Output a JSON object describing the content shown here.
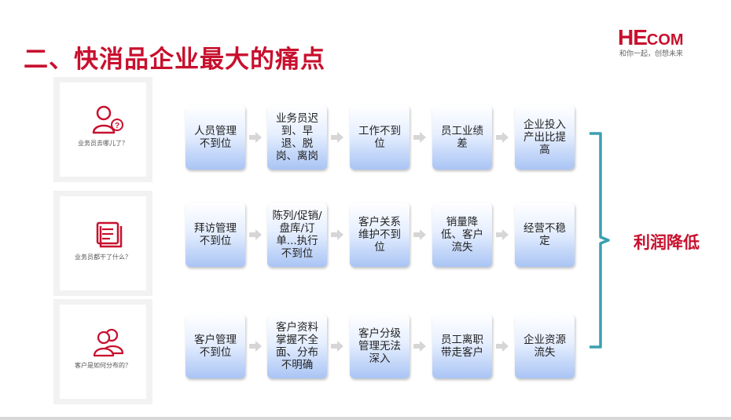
{
  "title": "二、快消品企业最大的痛点",
  "logo": {
    "brand_main": "HE",
    "brand_small": "COM",
    "tagline": "和你一起，创想未来"
  },
  "accent_color": "#c8102e",
  "rows": [
    {
      "card_text": "业务员去哪儿了？",
      "icon": "user-question-icon",
      "boxes": [
        "人员管理不到位",
        "业务员迟到、早退、脱岗、离岗",
        "工作不到位",
        "员工业绩差",
        "企业投入产出比提高"
      ]
    },
    {
      "card_text": "业务员都干了什么？",
      "icon": "document-list-icon",
      "boxes": [
        "拜访管理不到位",
        "陈列/促销/盘库/订单...执行不到位",
        "客户关系维护不到位",
        "销量降低、客户流失",
        "经营不稳定"
      ]
    },
    {
      "card_text": "客户是如何分布的？",
      "icon": "users-group-icon",
      "boxes": [
        "客户管理不到位",
        "客户资料掌握不全面、分布不明确",
        "客户分级管理无法深入",
        "员工离职带走客户",
        "企业资源流失"
      ]
    }
  ],
  "result_label": "利润降低"
}
